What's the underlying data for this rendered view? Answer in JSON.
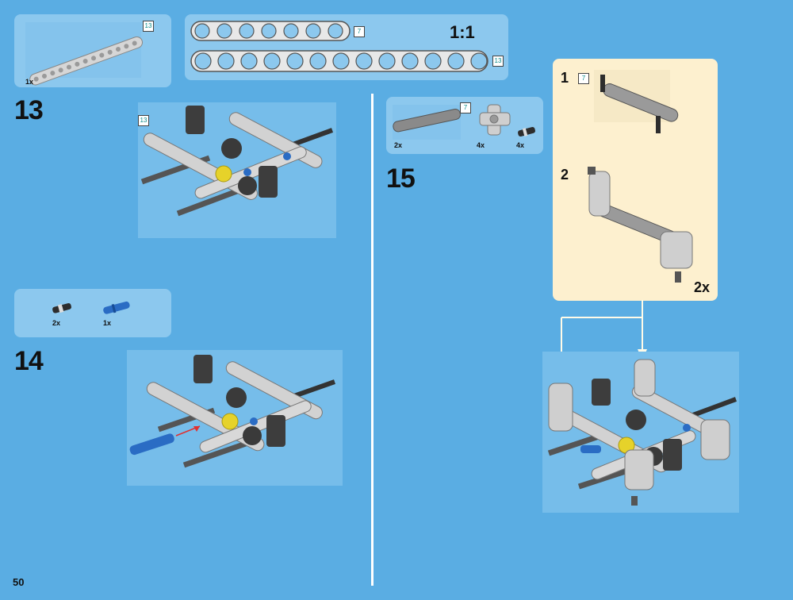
{
  "page_number": "50",
  "scale_label": "1:1",
  "colors": {
    "background": "#5aade3",
    "panel": "#8cc8ee",
    "callout": "#fdf0cf",
    "beam": "#cfcfcf",
    "dark": "#444444",
    "blue_pin": "#2a6cc4",
    "yellow_gear": "#e6d22a",
    "arrow": "#e03030"
  },
  "ruler": {
    "beam7_length": "7",
    "beam13_length": "13"
  },
  "step13": {
    "number": "13",
    "parts": [
      {
        "length": "13",
        "qty": "1x"
      }
    ],
    "beam_label": "13"
  },
  "step14": {
    "number": "14",
    "parts": [
      {
        "qty": "2x"
      },
      {
        "qty": "1x"
      }
    ]
  },
  "step15": {
    "number": "15",
    "parts": [
      {
        "length": "7",
        "qty": "2x"
      },
      {
        "qty": "4x"
      },
      {
        "qty": "4x"
      }
    ],
    "sub1": {
      "number": "1",
      "length": "7"
    },
    "sub2": {
      "number": "2",
      "multiplier": "2x"
    }
  }
}
